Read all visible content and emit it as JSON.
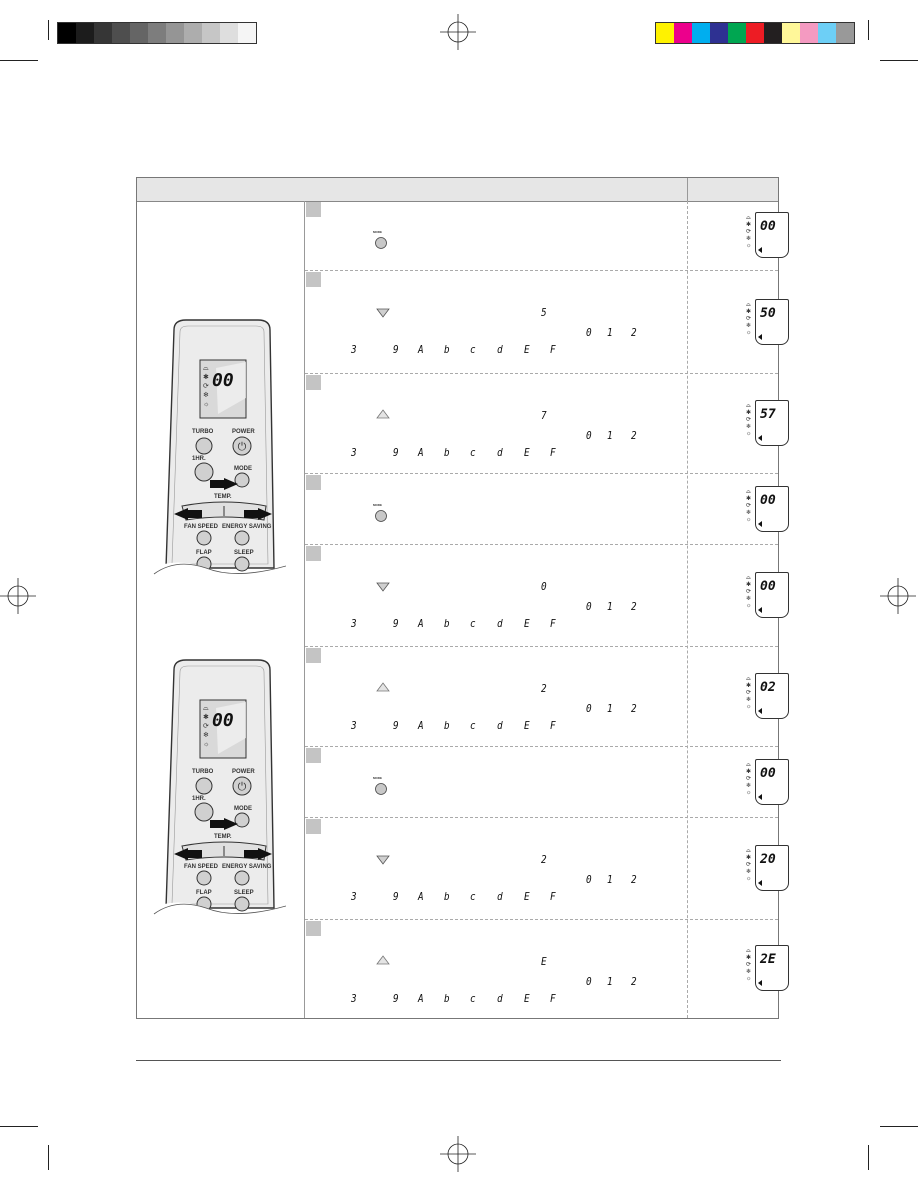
{
  "color_bars": {
    "grayscale": [
      "#000000",
      "#1c1c1c",
      "#363636",
      "#4e4e4e",
      "#656565",
      "#7d7d7d",
      "#959595",
      "#adadad",
      "#c6c6c6",
      "#dedede",
      "#f5f5f5"
    ],
    "process": [
      "#fff200",
      "#ec008c",
      "#00aeef",
      "#2e3192",
      "#00a651",
      "#ed1c24",
      "#231f20",
      "#fff799",
      "#f49ac1",
      "#6dcff6",
      "#999999"
    ]
  },
  "remote": {
    "display": "00",
    "buttons": {
      "turbo": "TURBO",
      "power": "POWER",
      "one_hr": "1HR.",
      "mode": "MODE",
      "temp": "TEMP.",
      "fan_speed": "FAN SPEED",
      "energy_saving": "ENERGY SAVING",
      "flap": "FLAP",
      "sleep": "SLEEP"
    }
  },
  "button_text": {
    "mode": "MODE"
  },
  "steps": [
    {
      "button": "mode",
      "seg": "",
      "codes": false,
      "display": "00",
      "arrow": "low"
    },
    {
      "button": "down",
      "seg": "5",
      "codes": true,
      "display": "50",
      "arrow": "low"
    },
    {
      "button": "up",
      "seg": "7",
      "codes": true,
      "display": "57",
      "arrow": "low"
    },
    {
      "button": "mode",
      "seg": "",
      "codes": false,
      "display": "00",
      "arrow": "low"
    },
    {
      "button": "down",
      "seg": "0",
      "codes": true,
      "display": "00",
      "arrow": "low"
    },
    {
      "button": "up",
      "seg": "2",
      "codes": true,
      "display": "02",
      "arrow": "low"
    },
    {
      "button": "mode",
      "seg": "",
      "codes": false,
      "display": "00",
      "arrow": "low"
    },
    {
      "button": "down",
      "seg": "2",
      "codes": true,
      "display": "20",
      "arrow": "low"
    },
    {
      "button": "up",
      "seg": "E",
      "codes": true,
      "display": "2E",
      "arrow": "low"
    }
  ],
  "code_sequence": {
    "line1": [
      "0",
      "1",
      "2"
    ],
    "line2": [
      "3",
      "9",
      "A",
      "b",
      "c",
      "d",
      "E",
      "F"
    ]
  },
  "lcd_icons": [
    "⌓",
    "✱",
    "⟳",
    "❄",
    "☼"
  ]
}
